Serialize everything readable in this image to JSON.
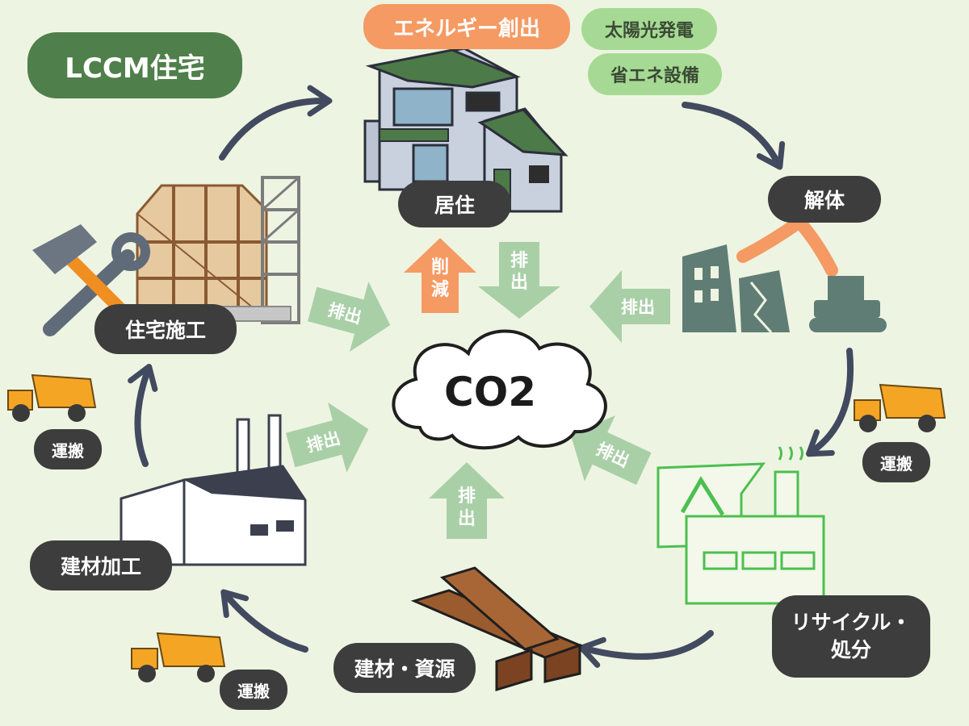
{
  "title": "LCCM住宅",
  "center_label": "CO2",
  "top_tags": {
    "energy_creation": "エネルギー創出",
    "solar": "太陽光発電",
    "energy_saving": "省エネ設備"
  },
  "stages": {
    "living": "居住",
    "demolition": "解体",
    "recycle_line1": "リサイクル・",
    "recycle_line2": "処分",
    "materials": "建材・資源",
    "processing": "建材加工",
    "construction": "住宅施工"
  },
  "transport_label": "運搬",
  "emission_label_a": "排",
  "emission_label_b": "出",
  "emission_label_inline": "排出",
  "reduction_label_a": "削",
  "reduction_label_b": "減",
  "colors": {
    "background": "#eef4e2",
    "dark_pill": "#3d3d3d",
    "title_pill": "#4f7f4a",
    "orange": "#f59a63",
    "light_green": "#a6da94",
    "emission_arrow": "#a9cfa7",
    "cycle_arrow": "#414a5e",
    "recycle_green": "#4cbf4f"
  }
}
